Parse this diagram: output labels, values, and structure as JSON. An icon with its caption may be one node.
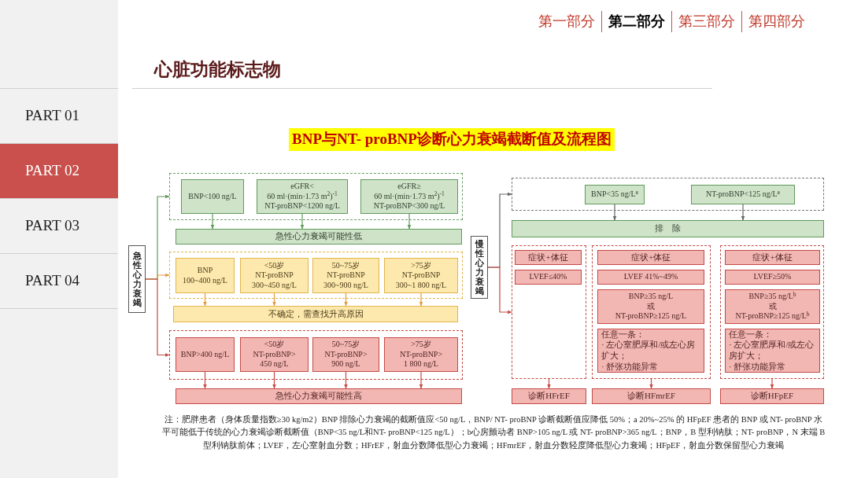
{
  "diagram": {
    "title": "BNP与NT- proBNP诊断心力衰竭截断值及流程图",
    "caption": "注：肥胖患者（身体质量指数≥30 kg/m2）BNP 排除心力衰竭的截断值应<50 ng/L，BNP/ NT- proBNP 诊断截断值应降低 50%；a 20%~25% 的 HFpEF 患者的 BNP 或 NT- proBNP 水平可能低于传统的心力衰竭诊断截断值（BNP<35 ng/L和NT- proBNP<125 ng/L）；b心房颤动者 BNP>105 ng/L 或 NT- proBNP>365 ng/L；BNP，B 型利钠肽；NT- proBNP，N 末端 B 型利钠肽前体；LVEF，左心室射血分数；HFrEF，射血分数降低型心力衰竭；HFmrEF，射血分数轻度降低型心力衰竭；HFpEF，射血分数保留型心力衰竭",
    "nodes": [
      {
        "text": [
          "急性心力衰竭"
        ]
      },
      {
        "text": [],
        "shape": "box"
      },
      {
        "text": [
          "BNP<100 ng/L"
        ],
        "in": 1
      },
      {
        "text": [
          "eGFR<",
          "60 ml·(min·1.73 m$^{2}$)$^{-1}$",
          "NT-proBNP<1200 ng/L"
        ],
        "in": 1
      },
      {
        "text": [
          "eGFR≥",
          "60 ml·(min·1.73 m$^{2}$)$^{-1}$",
          "NT-proBNP<300 ng/L"
        ],
        "in": 1
      },
      {
        "text": [
          "急性心力衰竭可能性低"
        ]
      },
      {
        "text": [],
        "shape": "box"
      },
      {
        "text": [
          "BNP",
          "100~400 ng/L"
        ],
        "in": 6
      },
      {
        "text": [
          "<50岁",
          "NT-proBNP",
          "300~450 ng/L"
        ],
        "in": 6
      },
      {
        "text": [
          "50~75岁",
          "NT-proBNP",
          "300~900 ng/L"
        ],
        "in": 6
      },
      {
        "text": [
          ">75岁",
          "NT-proBNP",
          "300~1 800 ng/L"
        ],
        "in": 6
      },
      {
        "text": [
          "不确定，需查找升高原因"
        ]
      },
      {
        "text": [],
        "shape": "box"
      },
      {
        "text": [
          "BNP>400 ng/L"
        ],
        "in": 12
      },
      {
        "text": [
          "<50岁",
          "NT-proBNP>",
          "450 ng/L"
        ],
        "in": 12
      },
      {
        "text": [
          "50~75岁",
          "NT-proBNP>",
          "900 ng/L"
        ],
        "in": 12
      },
      {
        "text": [
          ">75岁",
          "NT-proBNP>",
          "1 800 ng/L"
        ],
        "in": 12
      },
      {
        "text": [
          "急性心力衰竭可能性高"
        ]
      },
      {
        "text": [
          "慢性心力衰竭"
        ]
      },
      {
        "text": [],
        "shape": "box"
      },
      {
        "text": [
          "BNP<35 ng/L$^{a}$"
        ],
        "in": 19
      },
      {
        "text": [
          "NT-proBNP<125 ng/L$^{a}$"
        ],
        "in": 19
      },
      {
        "text": [
          "排　除"
        ]
      },
      {
        "text": [],
        "shape": "box"
      },
      {
        "text": [
          "症状+体征"
        ],
        "in": 23
      },
      {
        "text": [
          "LVEF≤40%"
        ],
        "in": 23
      },
      {
        "text": [],
        "shape": "box"
      },
      {
        "text": [
          "症状+体征"
        ],
        "in": 26
      },
      {
        "text": [
          "LVEF 41%~49%"
        ],
        "in": 26
      },
      {
        "text": [
          "BNP≥35 ng/L",
          "或",
          "NT-proBNP≥125 ng/L"
        ],
        "in": 26
      },
      {
        "text": [
          "任意一条：",
          "· 左心室肥厚和/或左心房扩大；",
          "· 舒张功能异常"
        ],
        "in": 26
      },
      {
        "text": [],
        "shape": "box"
      },
      {
        "text": [
          "症状+体征"
        ],
        "in": 31
      },
      {
        "text": [
          "LVEF≥50%"
        ],
        "in": 31
      },
      {
        "text": [
          "BNP≥35 ng/L$^{b}$",
          "或",
          "NT-proBNP≥125 ng/L$^{b}$"
        ],
        "in": 31
      },
      {
        "text": [
          "任意一条：",
          "· 左心室肥厚和/或左心房扩大；",
          "· 舒张功能异常"
        ],
        "in": 31
      },
      {
        "text": [
          "诊断HFrEF"
        ]
      },
      {
        "text": [
          "诊断HFmrEF"
        ]
      },
      {
        "text": [
          "诊断HFpEF"
        ]
      }
    ],
    "edges": [
      {
        "from": 0,
        "to": 1,
        "arrow": "to",
        "color": "#5f9a5a"
      },
      {
        "from": 0,
        "to": 6,
        "arrow": "to",
        "color": "#e39a3a"
      },
      {
        "from": 0,
        "to": 12,
        "arrow": "to",
        "color": "#c44a45"
      },
      {
        "from": 2,
        "to": 5,
        "arrow": "to",
        "color": "#5f9a5a"
      },
      {
        "from": 3,
        "to": 5,
        "arrow": "to",
        "color": "#5f9a5a"
      },
      {
        "from": 4,
        "to": 5,
        "arrow": "to",
        "color": "#5f9a5a"
      },
      {
        "from": 7,
        "to": 11,
        "arrow": "to",
        "color": "#e39a3a"
      },
      {
        "from": 8,
        "to": 11,
        "arrow": "to",
        "color": "#e39a3a"
      },
      {
        "from": 9,
        "to": 11,
        "arrow": "to",
        "color": "#e39a3a"
      },
      {
        "from": 10,
        "to": 11,
        "arrow": "to",
        "color": "#e39a3a"
      },
      {
        "from": 13,
        "to": 17,
        "arrow": "to",
        "color": "#c44a45"
      },
      {
        "from": 14,
        "to": 17,
        "arrow": "to",
        "color": "#c44a45"
      },
      {
        "from": 15,
        "to": 17,
        "arrow": "to",
        "color": "#c44a45"
      },
      {
        "from": 16,
        "to": 17,
        "arrow": "to",
        "color": "#c44a45"
      },
      {
        "from": 18,
        "to": 19,
        "arrow": "to",
        "color": "#666666"
      },
      {
        "from": 18,
        "to": 23,
        "arrow": "to",
        "color": "#c44a45"
      },
      {
        "from": 20,
        "to": 22,
        "arrow": "to",
        "color": "#666666"
      },
      {
        "from": 21,
        "to": 22,
        "arrow": "to",
        "color": "#666666"
      },
      {
        "from": 23,
        "to": 36,
        "arrow": "to",
        "color": "#c44a45"
      },
      {
        "from": 26,
        "to": 37,
        "arrow": "to",
        "color": "#c44a45"
      },
      {
        "from": 31,
        "to": 38,
        "arrow": "to",
        "color": "#c44a45"
      }
    ],
    "labels": [
      "第一部分",
      "第二部分",
      "第三部分",
      "第四部分",
      "心脏功能标志物",
      "PART 01",
      "PART 02",
      "PART 03",
      "PART 04"
    ]
  }
}
